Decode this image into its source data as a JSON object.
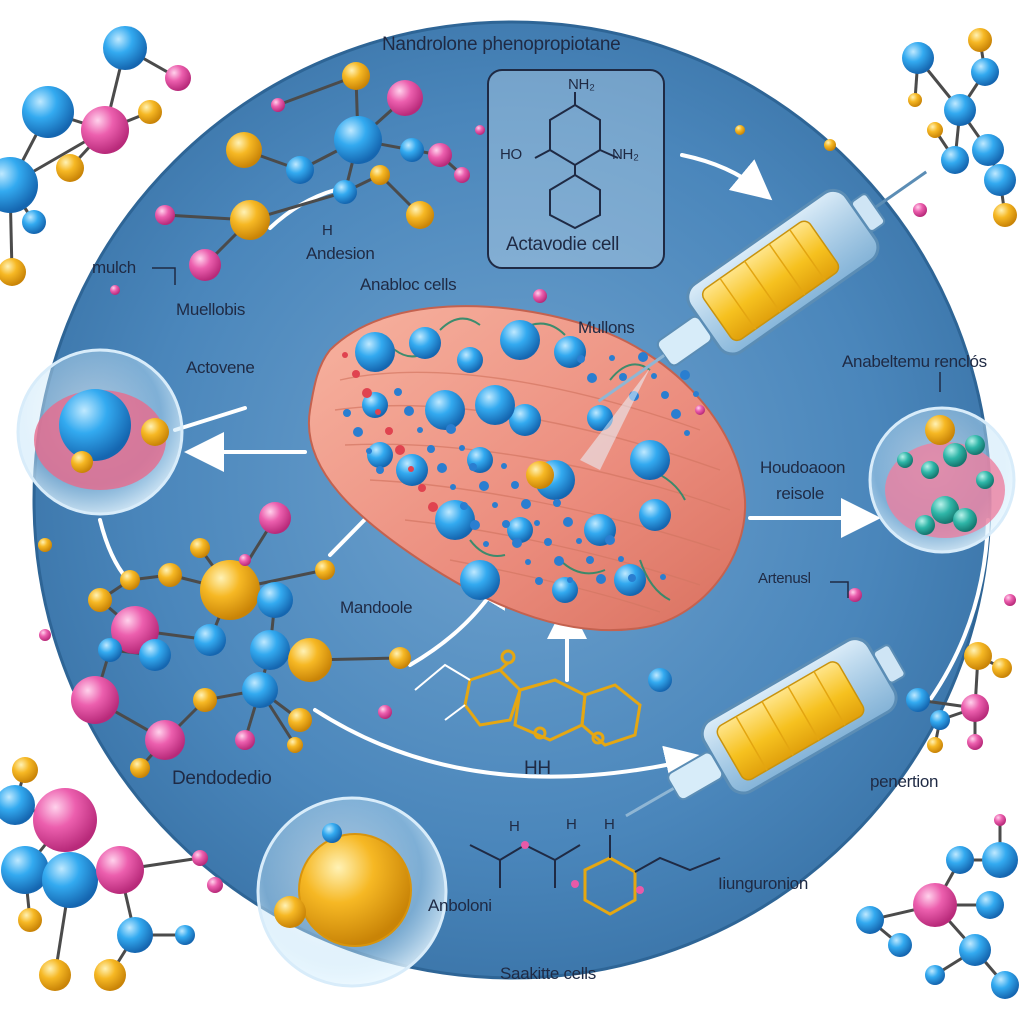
{
  "labels": {
    "title": "Nandrolone phenopropiotane",
    "activated_cell": "Actavodie cell",
    "andesion": "Andesion",
    "anabolic_cells": "Anabloc cells",
    "mulch": "mulch",
    "muellobis": "Muellobis",
    "mullons": "Mullons",
    "actovone": "Actovene",
    "anabolic_response": "Anabeltemu renclós",
    "hormone_response": "Houdoaoon",
    "resolve": "reisole",
    "arterial": "Artenusl",
    "mandolone": "Mandoole",
    "hh": "HH",
    "dendodedio": "Dendodedio",
    "penetration": "penertion",
    "anboloni": "Anboloni",
    "hungurionion": "Iiunguronion",
    "satellite_cells": "Saakitte cells",
    "atom_hno": "HO",
    "atom_nh2": "NH₂",
    "atom_nh2b": "NH₂",
    "atom_h1": "H",
    "atom_h2": "H",
    "atom_h3": "H",
    "atom_h4": "H"
  },
  "colors": {
    "circle_bg": "#3f7bb0",
    "circle_edge": "#2e6596",
    "molecule_blue": "#2fa6e8",
    "molecule_pink": "#e85aa8",
    "molecule_yellow": "#f2b21c",
    "muscle": "#eb8f82",
    "syringe_fluid": "#f7c93a",
    "bond": "#4b4b4b",
    "arrow": "#ffffff"
  }
}
